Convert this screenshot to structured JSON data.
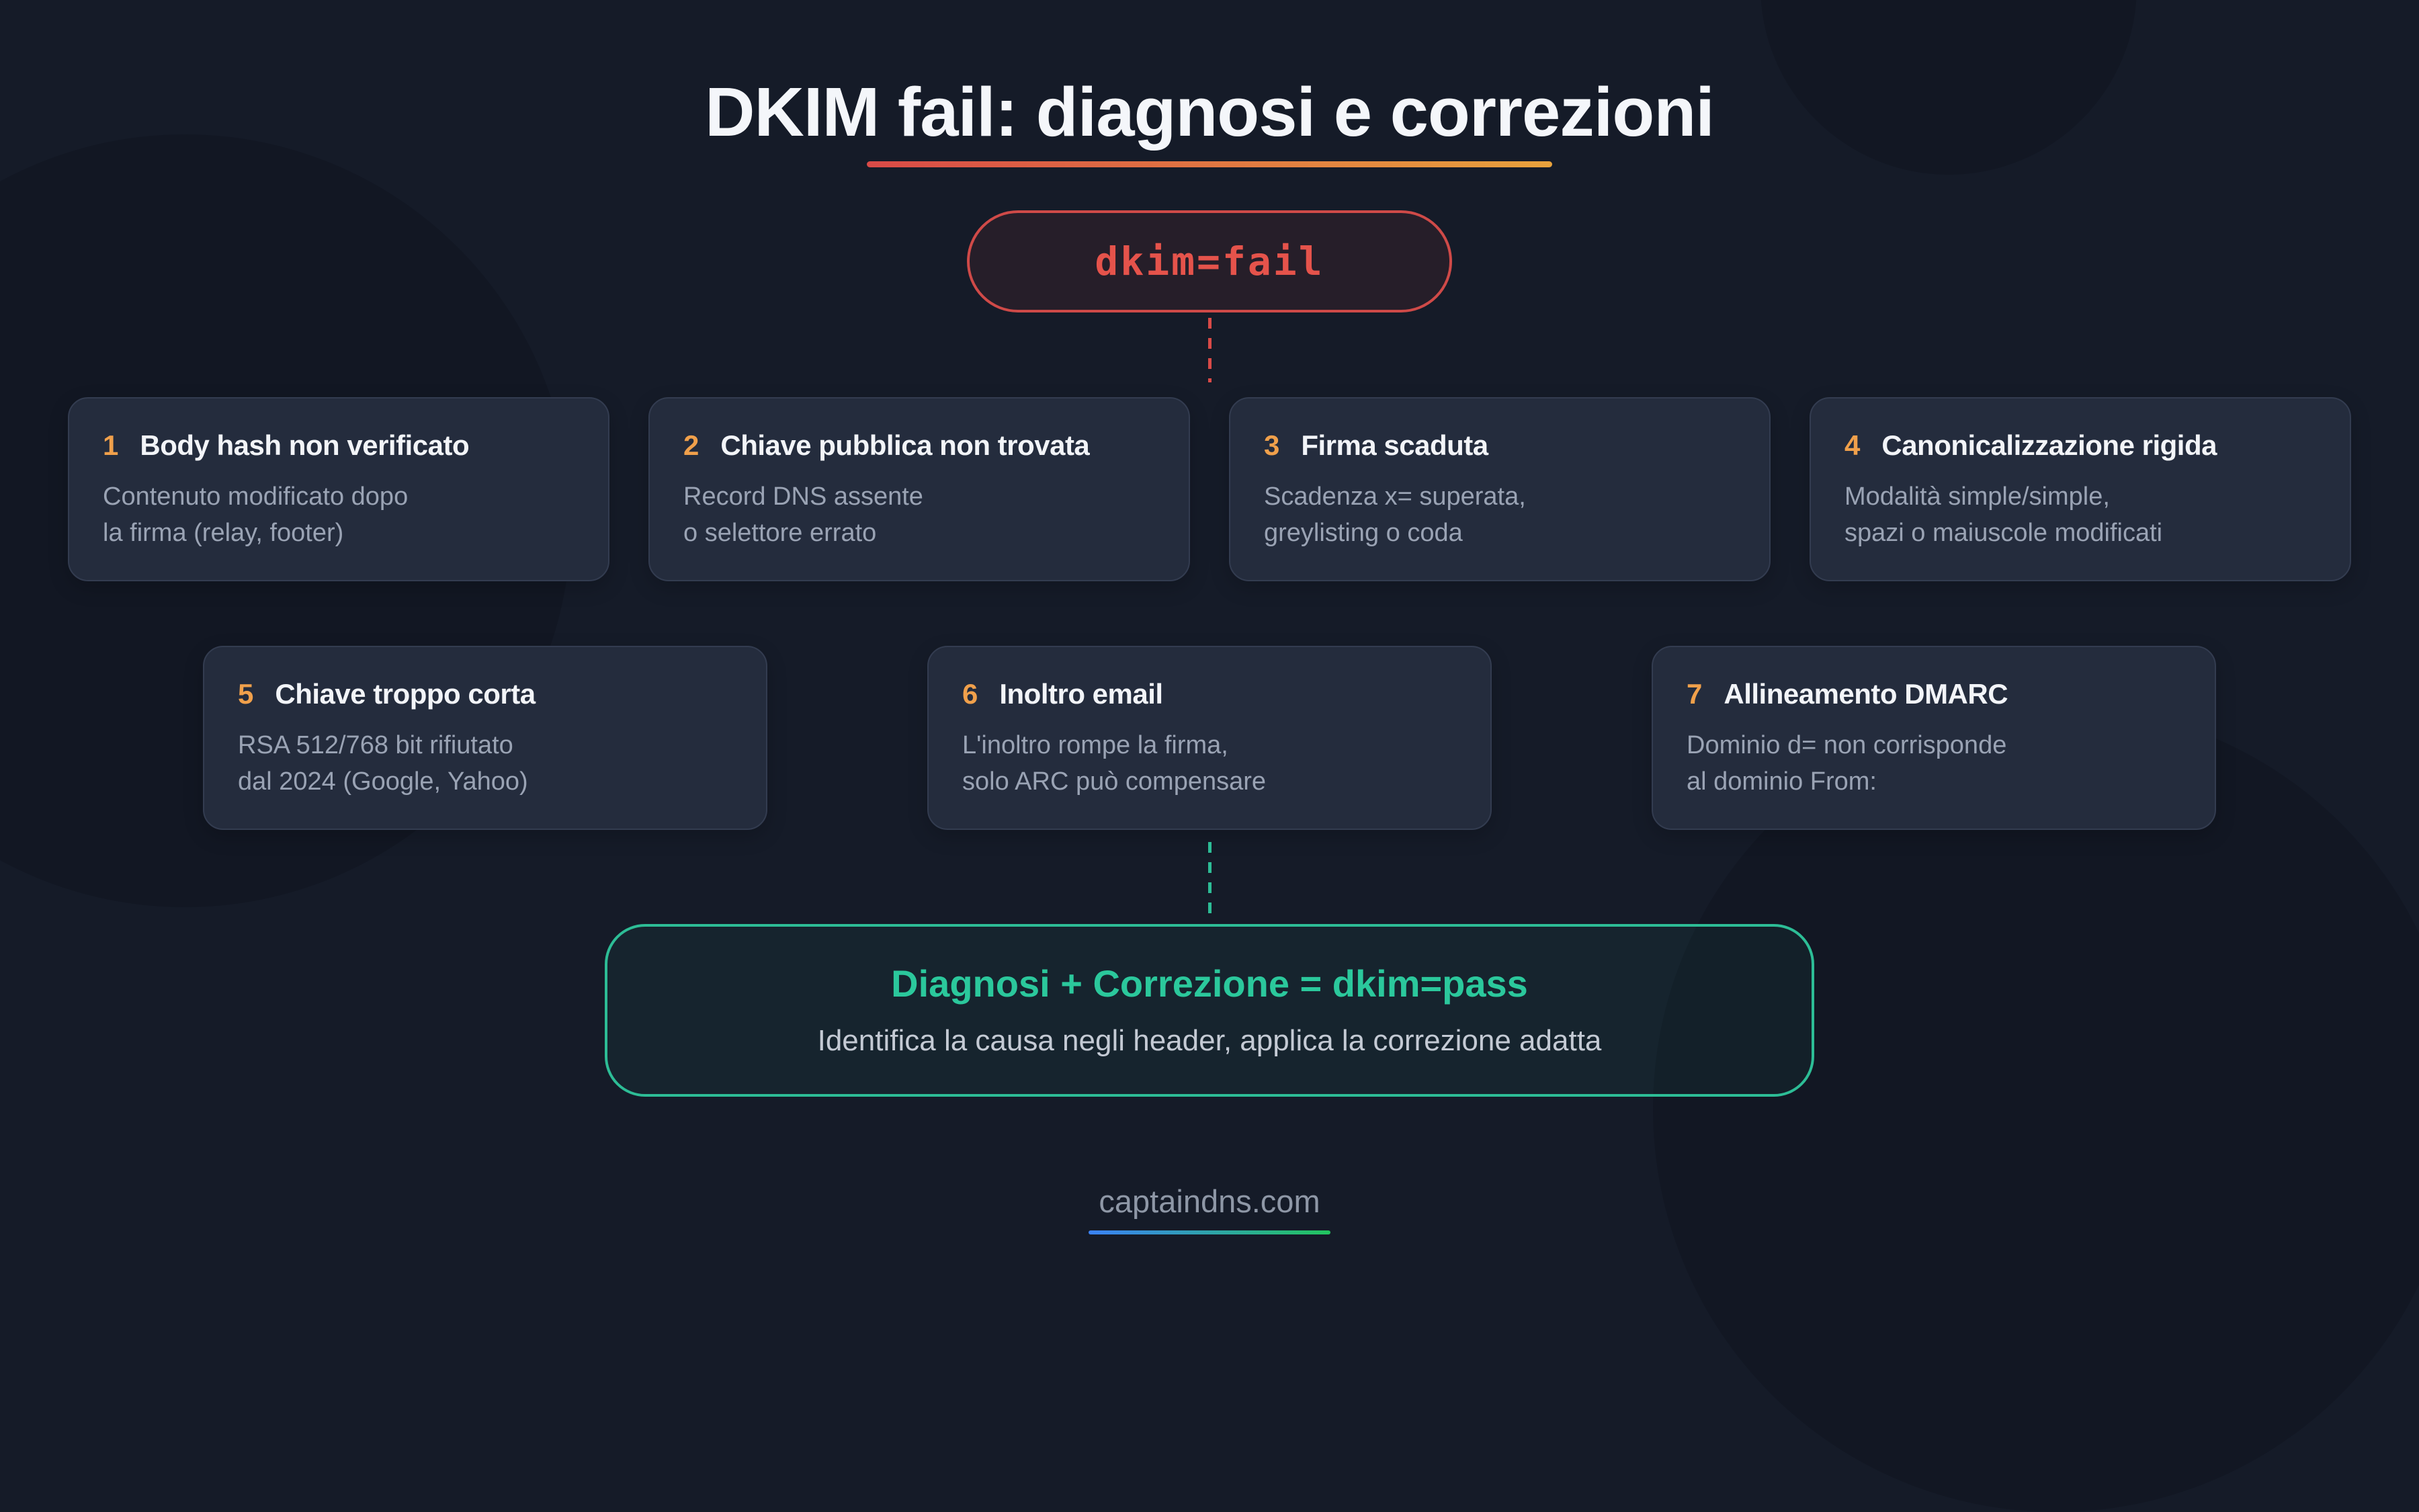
{
  "title": "DKIM fail: diagnosi e correzioni",
  "badge": {
    "label": "dkim=fail"
  },
  "cards": [
    {
      "num": "1",
      "title": "Body hash non verificato",
      "line1": "Contenuto modificato dopo",
      "line2": "la firma (relay, footer)"
    },
    {
      "num": "2",
      "title": "Chiave pubblica non trovata",
      "line1": "Record DNS assente",
      "line2": "o selettore errato"
    },
    {
      "num": "3",
      "title": "Firma scaduta",
      "line1": "Scadenza x= superata,",
      "line2": "greylisting o coda"
    },
    {
      "num": "4",
      "title": "Canonicalizzazione rigida",
      "line1": "Modalità simple/simple,",
      "line2": "spazi o maiuscole modificati"
    },
    {
      "num": "5",
      "title": "Chiave troppo corta",
      "line1": "RSA 512/768 bit rifiutato",
      "line2": "dal 2024 (Google, Yahoo)"
    },
    {
      "num": "6",
      "title": "Inoltro email",
      "line1": "L'inoltro rompe la firma,",
      "line2": "solo ARC può compensare"
    },
    {
      "num": "7",
      "title": "Allineamento DMARC",
      "line1": "Dominio d= non corrisponde",
      "line2": "al dominio From:"
    }
  ],
  "result": {
    "title": "Diagnosi + Correzione = dkim=pass",
    "subtitle": "Identifica la causa negli header, applica la correzione adatta"
  },
  "footer": {
    "domain": "captaindns.com"
  },
  "colors": {
    "background": "#151b28",
    "card_background": "#242c3d",
    "accent_red": "#e5534b",
    "accent_amber": "#f0a04b",
    "accent_teal": "#2dbd96",
    "title_underline_start": "#d94a47",
    "title_underline_end": "#e8a23c",
    "footer_underline_start": "#3b82f6",
    "footer_underline_end": "#22c55e"
  }
}
